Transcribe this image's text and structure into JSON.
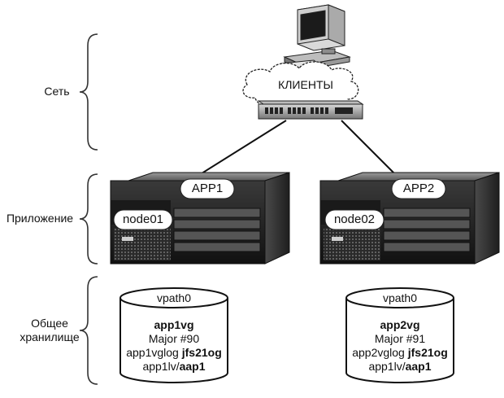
{
  "tiers": {
    "network": "Сеть",
    "application": "Приложение",
    "storage_line1": "Общее",
    "storage_line2": "хранилище"
  },
  "clients_label": "КЛИЕНТЫ",
  "servers": [
    {
      "app": "APP1",
      "node": "node01",
      "disk": {
        "header": "vpath0",
        "vg": "app1vg",
        "major": "Major #90",
        "vglog_name": "app1vglog",
        "vglog_fs": "jfs21og",
        "lv_name": "app1lv/",
        "lv_mount": "aap1"
      }
    },
    {
      "app": "APP2",
      "node": "node02",
      "disk": {
        "header": "vpath0",
        "vg": "app2vg",
        "major": "Major #91",
        "vglog_name": "app2vglog",
        "vglog_fs": "jfs21og",
        "lv_name": "app1lv/",
        "lv_mount": "aap1"
      }
    }
  ],
  "icons": {
    "workstation": "desktop-computer-icon",
    "cloud": "cloud-icon",
    "switch": "network-switch-icon",
    "server": "rack-server-icon",
    "disk": "storage-cylinder-icon"
  }
}
